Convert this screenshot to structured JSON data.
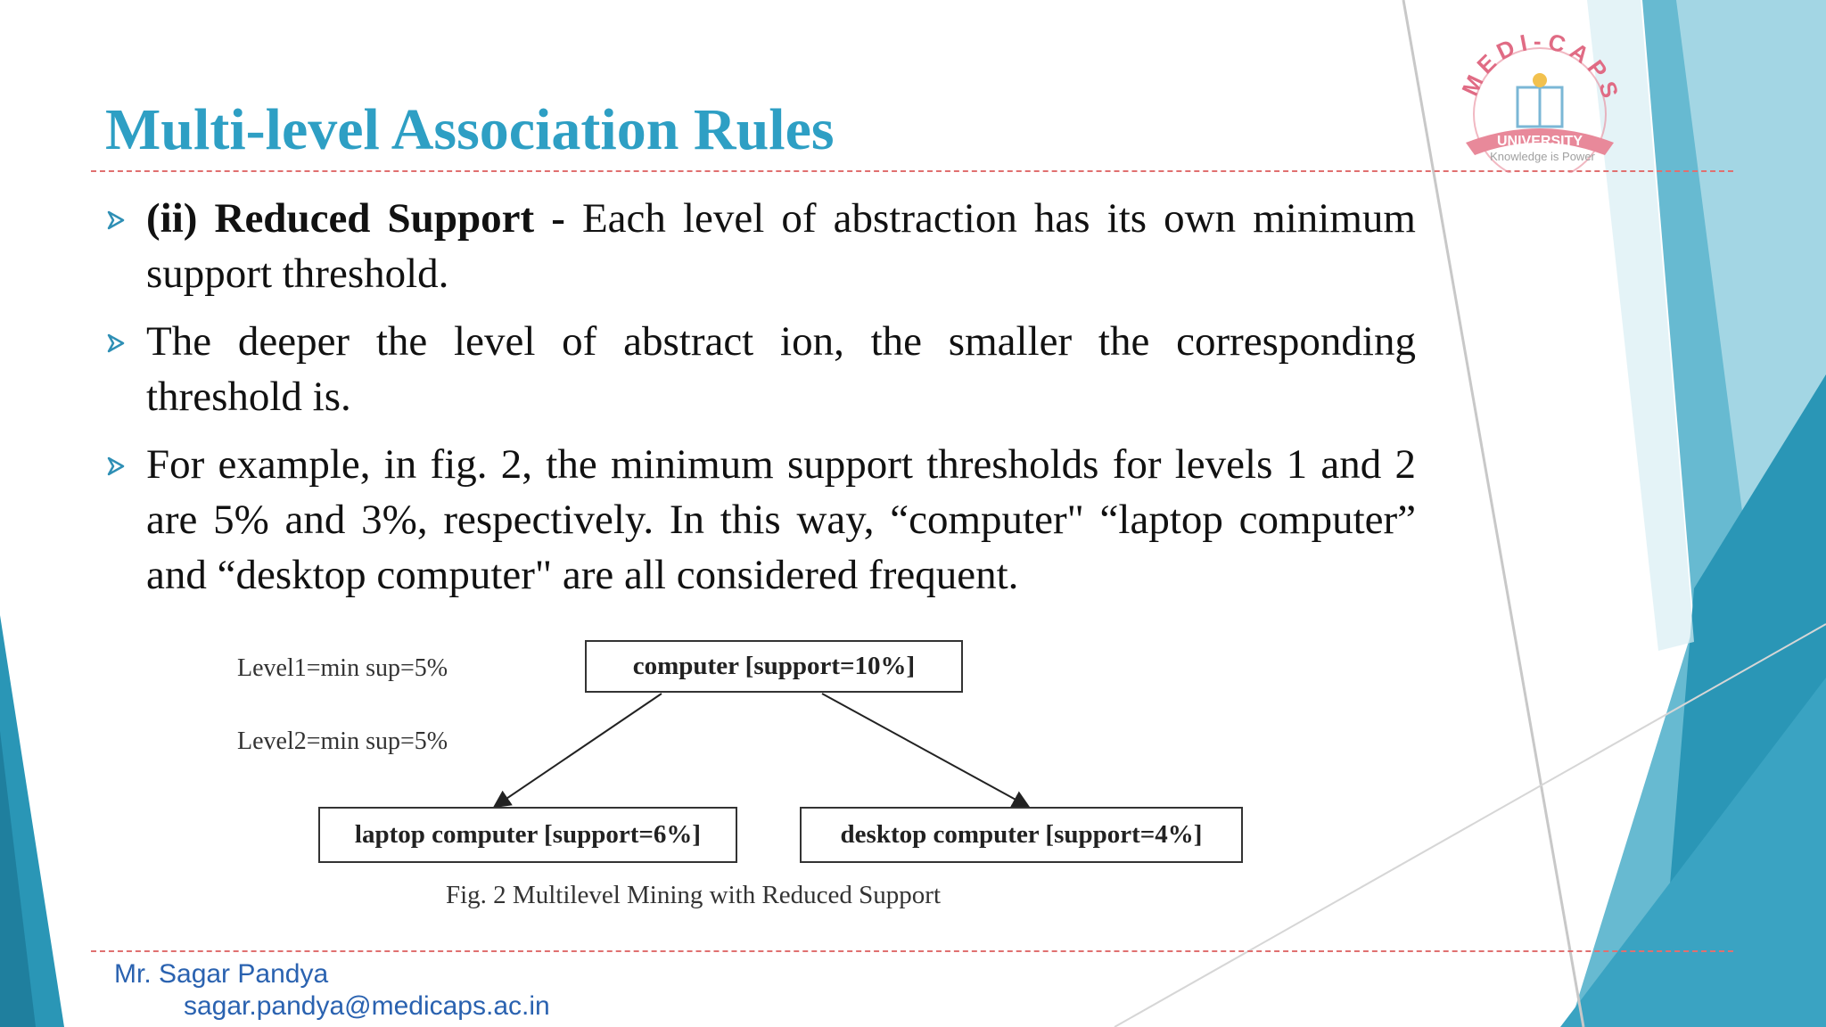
{
  "slide": {
    "title": "Multi-level Association Rules",
    "bullets": [
      {
        "bold": "(ii) Reduced Support -",
        "text": " Each level of abstraction has its own minimum support threshold."
      },
      {
        "bold": "",
        "text": "The deeper the level of abstract ion, the smaller the corresponding threshold is."
      },
      {
        "bold": "",
        "text": "For example, in fig. 2, the minimum support thresholds for levels 1 and 2 are 5% and 3%, respectively. In this way, “computer\" “laptop computer” and “desktop computer\" are all considered frequent."
      }
    ],
    "figure": {
      "level1": "Level1=min  sup=5%",
      "level2": "Level2=min  sup=5%",
      "root": "computer [support=10%]",
      "left_child": "laptop computer [support=6%]",
      "right_child": "desktop computer [support=4%]",
      "caption": "Fig. 2 Multilevel Mining with Reduced Support"
    },
    "footer": {
      "author": "Mr. Sagar Pandya",
      "email": "sagar.pandya@medicaps.ac.in"
    },
    "logo": {
      "name": "MEDI-CAPS",
      "ribbon": "UNIVERSITY",
      "tagline": "Knowledge is Power"
    }
  },
  "colors": {
    "title": "#2e9fc4",
    "accent_teal": "#2a96b6",
    "rule": "#e07070",
    "footer_text": "#2a62b0",
    "logo_pink": "#e8899a"
  }
}
